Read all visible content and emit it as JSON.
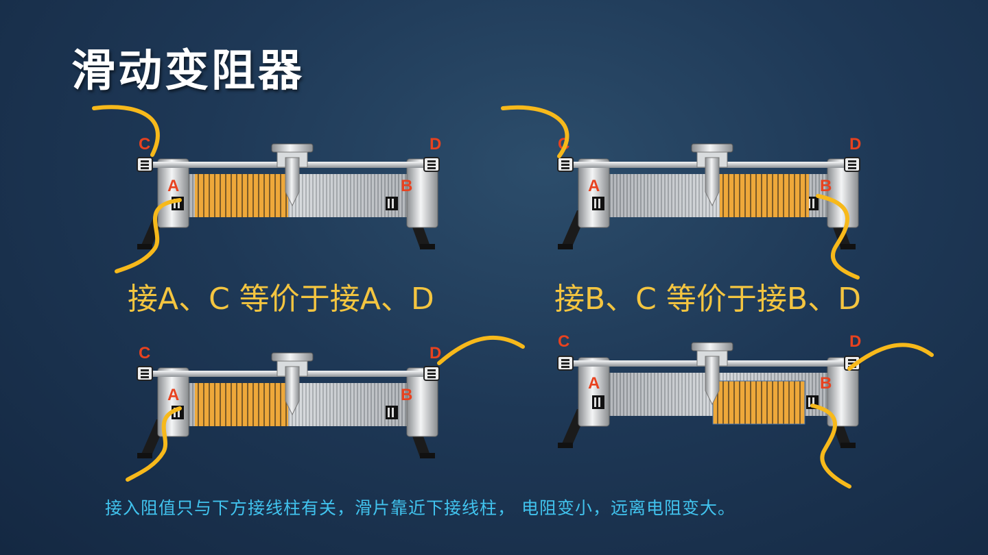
{
  "title": "滑动变阻器",
  "captions": {
    "top_left": "接A、C 等价于接A、D",
    "top_right": "接B、C 等价于接B、D"
  },
  "note": "接入阻值只与下方接线柱有关，滑片靠近下接线柱， 电阻变小，远离电阻变大。",
  "terminal_labels": {
    "a": "A",
    "b": "B",
    "c": "C",
    "d": "D"
  },
  "colors": {
    "wire": "#f7b91b",
    "active_coil": "#e8a33a",
    "label_red": "#e8421f",
    "caption": "#f4c540",
    "note": "#41c3ee"
  }
}
